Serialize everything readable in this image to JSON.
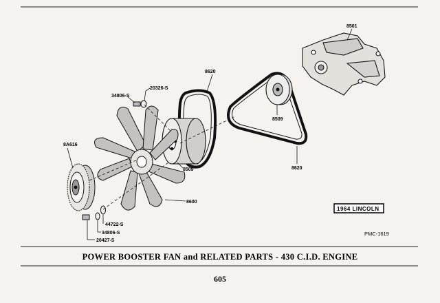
{
  "callouts": {
    "water_pump": "8501",
    "belt_upper": "8620",
    "pulley_small": "8509",
    "belt_lower": "8620",
    "bolt_upper": "34806-S",
    "washer_upper": "20326-S",
    "fan_clutch": "8A616",
    "pulley_large": "8509",
    "fan": "8600",
    "spacer": "44722-S",
    "washer_lower": "34806-S",
    "bolt_lower": "20427-S"
  },
  "badge": "1964 LINCOLN",
  "reference_code": "PMC-1619",
  "caption": "POWER BOOSTER FAN and RELATED PARTS - 430 C.I.D. ENGINE",
  "page_number": "605",
  "colors": {
    "paper": "#f4f3ef",
    "ink": "#111111",
    "shade": "#b9b9b6"
  }
}
